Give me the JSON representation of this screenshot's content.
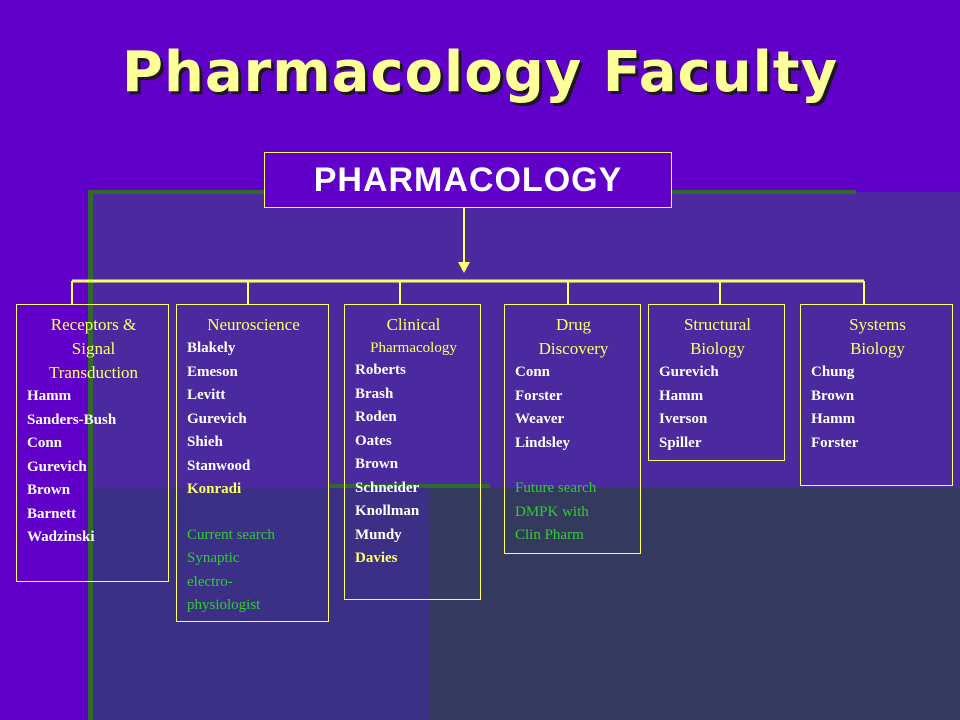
{
  "title": "Pharmacology Faculty",
  "root": "PHARMACOLOGY",
  "colors": {
    "background": "#6000c8",
    "title": "#ffff99",
    "heading": "#ffff66",
    "note": "#33cc33",
    "line": "#ffff66"
  },
  "divisions": [
    {
      "heading": [
        "Receptors & Signal",
        "Transduction"
      ],
      "members": [
        "Hamm",
        "Sanders-Bush",
        "Conn",
        "Gurevich",
        "Brown",
        "Barnett",
        "Wadzinski"
      ]
    },
    {
      "heading": [
        "Neuroscience"
      ],
      "members": [
        "Blakely",
        "Emeson",
        "Levitt",
        "Gurevich",
        "Shieh",
        "Stanwood"
      ],
      "highlight": "Konradi",
      "note": [
        "Current search",
        "Synaptic",
        "electro-",
        "physiologist"
      ]
    },
    {
      "heading": [
        "Clinical"
      ],
      "subheading": "Pharmacology",
      "members": [
        "Roberts",
        "Brash",
        "Roden",
        "Oates",
        "Brown",
        "Schneider",
        "Knollman",
        "Mundy"
      ],
      "highlight": "Davies"
    },
    {
      "heading": [
        "Drug",
        "Discovery"
      ],
      "members": [
        "Conn",
        "Forster",
        "Weaver",
        "Lindsley"
      ],
      "note": [
        "Future search",
        "DMPK with",
        "Clin Pharm"
      ]
    },
    {
      "heading": [
        "Structural",
        "Biology"
      ],
      "members": [
        "Gurevich",
        "Hamm",
        "Iverson",
        "Spiller"
      ]
    },
    {
      "heading": [
        "Systems",
        "Biology"
      ],
      "members": [
        "Chung",
        "Brown",
        "Hamm",
        "Forster"
      ]
    }
  ]
}
